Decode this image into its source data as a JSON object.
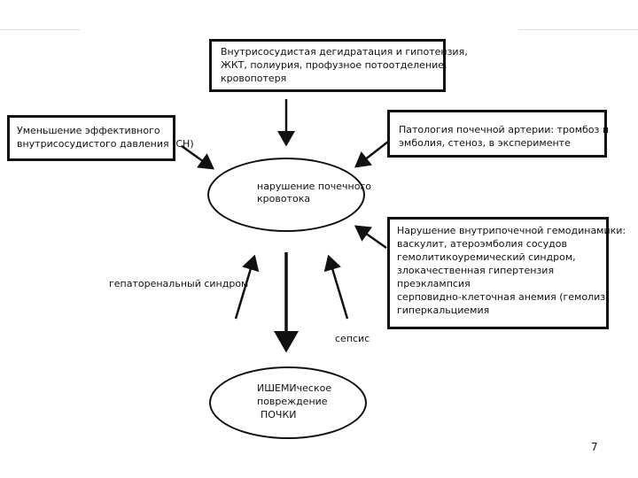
{
  "top_box": {
    "lines": [
      "Внутрисосудистая дегидратация и гипотензия,",
      "ЖКТ, полиурия, профузное потоотделение,",
      "кровопотеря"
    ]
  },
  "left_box": {
    "lines": [
      "Уменьшение эффективного",
      "внутрисосудистого давления (СН)"
    ]
  },
  "right_top_box": {
    "lines": [
      "Патология почечной артерии: тромбоз и",
      "эмболия, стеноз, в эксперименте"
    ]
  },
  "right_bottom_box": {
    "lines": [
      "Нарушение внутрипочечной гемодинамики:",
      "васкулит, атероэмболия сосудов",
      "гемолитикоуремический синдром,",
      "злокачественная гипертензия",
      "преэклампсия",
      "серповидно-клеточная анемия (гемолиз)",
      "гиперкальциемия"
    ]
  },
  "center_ellipse": {
    "lines": [
      "нарушение почечного",
      "кровотока"
    ]
  },
  "bottom_ellipse": {
    "lines": [
      "ИШЕМИческое",
      "повреждение",
      "ПОЧКИ"
    ]
  },
  "labels": {
    "hepatorenal": "гепаторенальный синдром",
    "sepsis": "сепсис"
  },
  "page_number": "7"
}
